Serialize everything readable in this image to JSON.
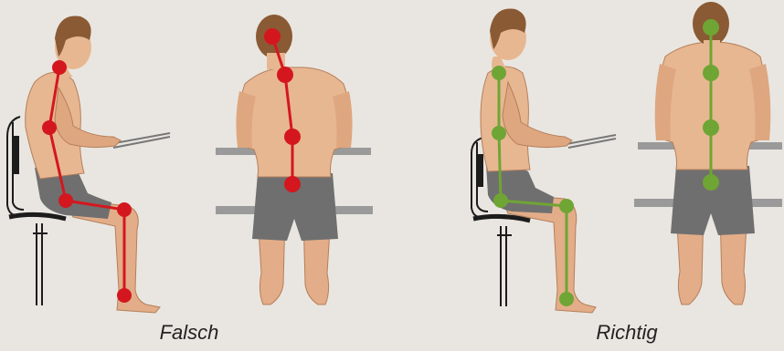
{
  "captions": {
    "wrong": "Falsch",
    "right": "Richtig"
  },
  "colors": {
    "background": "#e9e6e1",
    "skin": "#e7b792",
    "skin_shade": "#c98d67",
    "hair": "#8a5a34",
    "shorts": "#6f6f6f",
    "desk": "#9a9a9a",
    "chair": "#1c1c1c",
    "wrong_marker": "#d4171f",
    "right_marker": "#6fa534"
  },
  "figures": [
    {
      "view": "side",
      "posture": "slouched",
      "marker": "wrong"
    },
    {
      "view": "back",
      "posture": "curved-spine",
      "marker": "wrong"
    },
    {
      "view": "side",
      "posture": "upright",
      "marker": "right"
    },
    {
      "view": "back",
      "posture": "straight-spine",
      "marker": "right"
    }
  ]
}
